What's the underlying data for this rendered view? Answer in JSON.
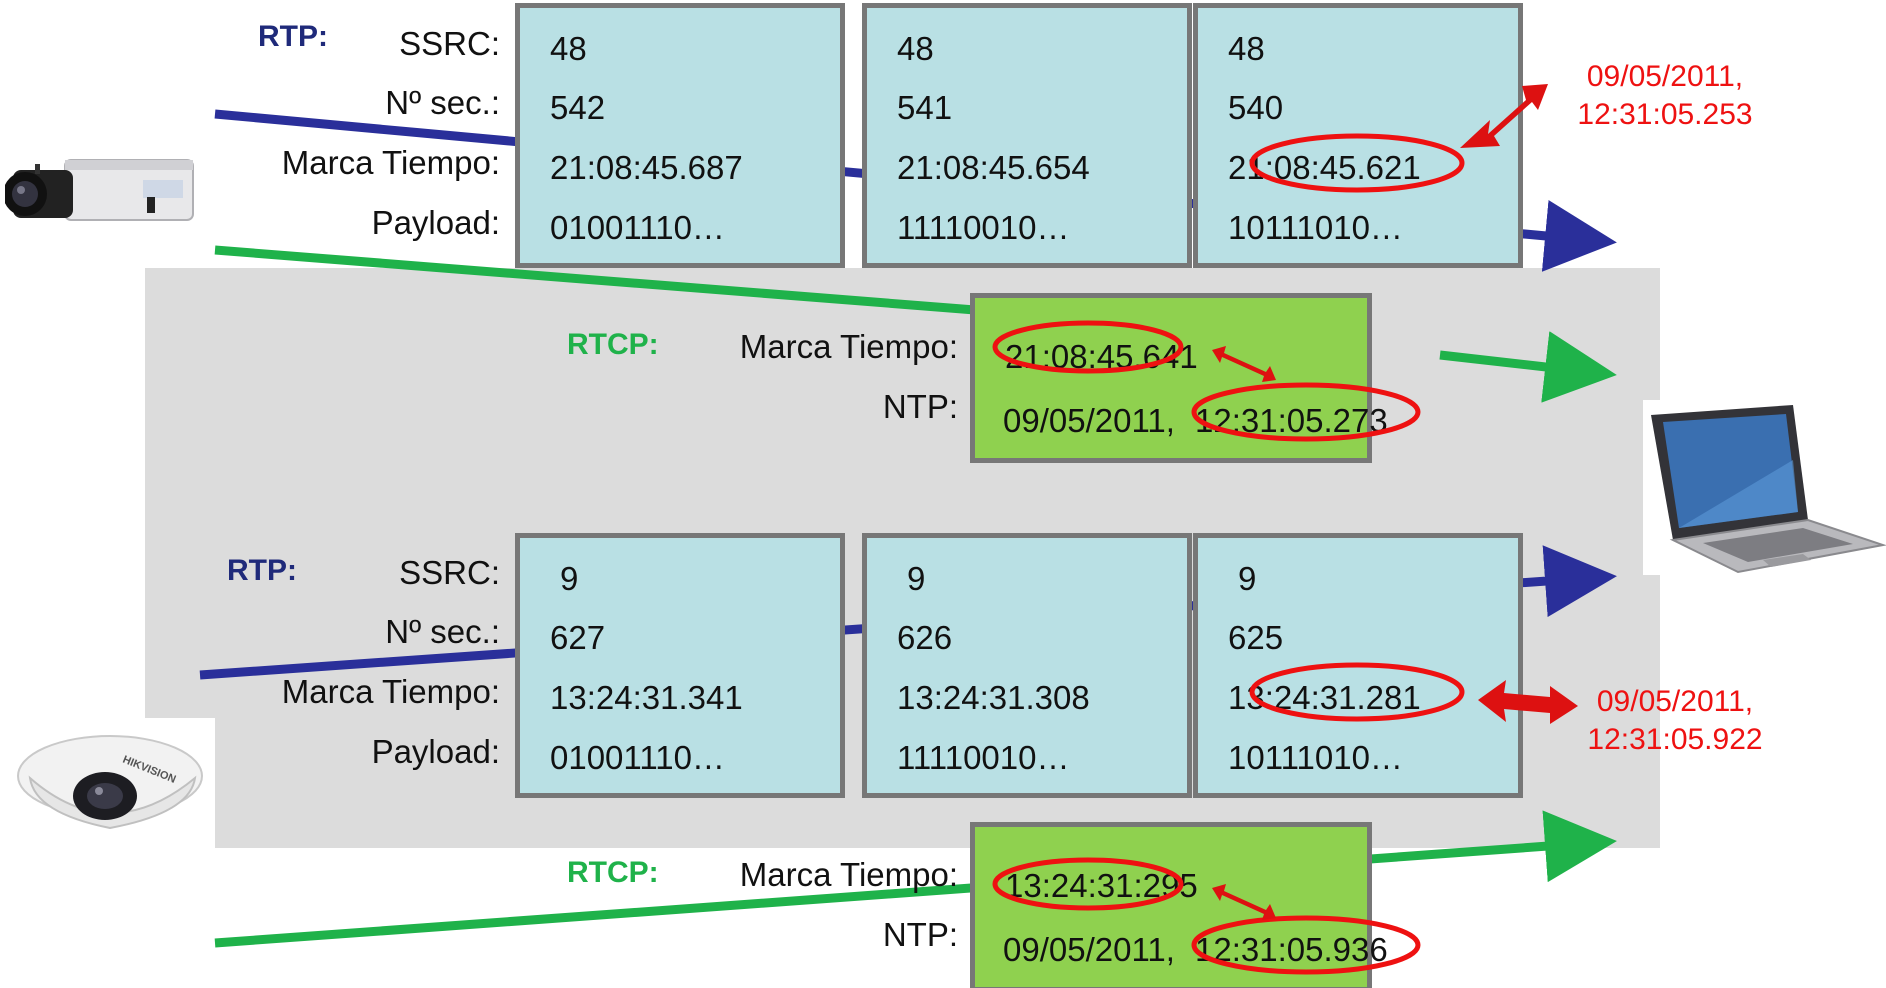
{
  "colors": {
    "rtp_line": "#2a2f9a",
    "rtcp_line": "#1fb24a",
    "rtp_box": "#b9e0e4",
    "rtcp_box": "#8fd14f",
    "box_border": "#777777",
    "highlight": "#ee1111",
    "band": "#dcdcdc"
  },
  "icons": {
    "camera_top": "box-camera-icon",
    "camera_bottom": "dome-camera-icon",
    "receiver": "laptop-icon"
  },
  "top": {
    "rtp_tag": "RTP:",
    "labels": [
      "SSRC:",
      "Nº sec.:",
      "Marca Tiempo:",
      "Payload:"
    ],
    "packets": [
      {
        "ssrc": "48",
        "seq": "542",
        "ts": "21:08:45.687",
        "payload": "01001110…"
      },
      {
        "ssrc": "48",
        "seq": "541",
        "ts": "21:08:45.654",
        "payload": "11110010…"
      },
      {
        "ssrc": "48",
        "seq": "540",
        "ts": "21:08:45.621",
        "payload": "10111010…"
      }
    ],
    "rtcp_tag": "RTCP:",
    "rtcp_ts_label": "Marca Tiempo:",
    "rtcp_ntp_label": "NTP:",
    "rtcp_ts": "21:08:45.641",
    "rtcp_ntp_date": "09/05/2011,",
    "rtcp_ntp_time": "12:31:05.273",
    "result_date": "09/05/2011,",
    "result_time": "12:31:05.253"
  },
  "bottom": {
    "rtp_tag": "RTP:",
    "labels": [
      "SSRC:",
      "Nº sec.:",
      "Marca Tiempo:",
      "Payload:"
    ],
    "packets": [
      {
        "ssrc": "9",
        "seq": "627",
        "ts": "13:24:31.341",
        "payload": "01001110…"
      },
      {
        "ssrc": "9",
        "seq": "626",
        "ts": "13:24:31.308",
        "payload": "11110010…"
      },
      {
        "ssrc": "9",
        "seq": "625",
        "ts": "13:24:31.281",
        "payload": "10111010…"
      }
    ],
    "rtcp_tag": "RTCP:",
    "rtcp_ts_label": "Marca Tiempo:",
    "rtcp_ntp_label": "NTP:",
    "rtcp_ts": "13:24:31:295",
    "rtcp_ntp_date": "09/05/2011,",
    "rtcp_ntp_time": "12:31:05.936",
    "result_date": "09/05/2011,",
    "result_time": "12:31:05.922"
  }
}
